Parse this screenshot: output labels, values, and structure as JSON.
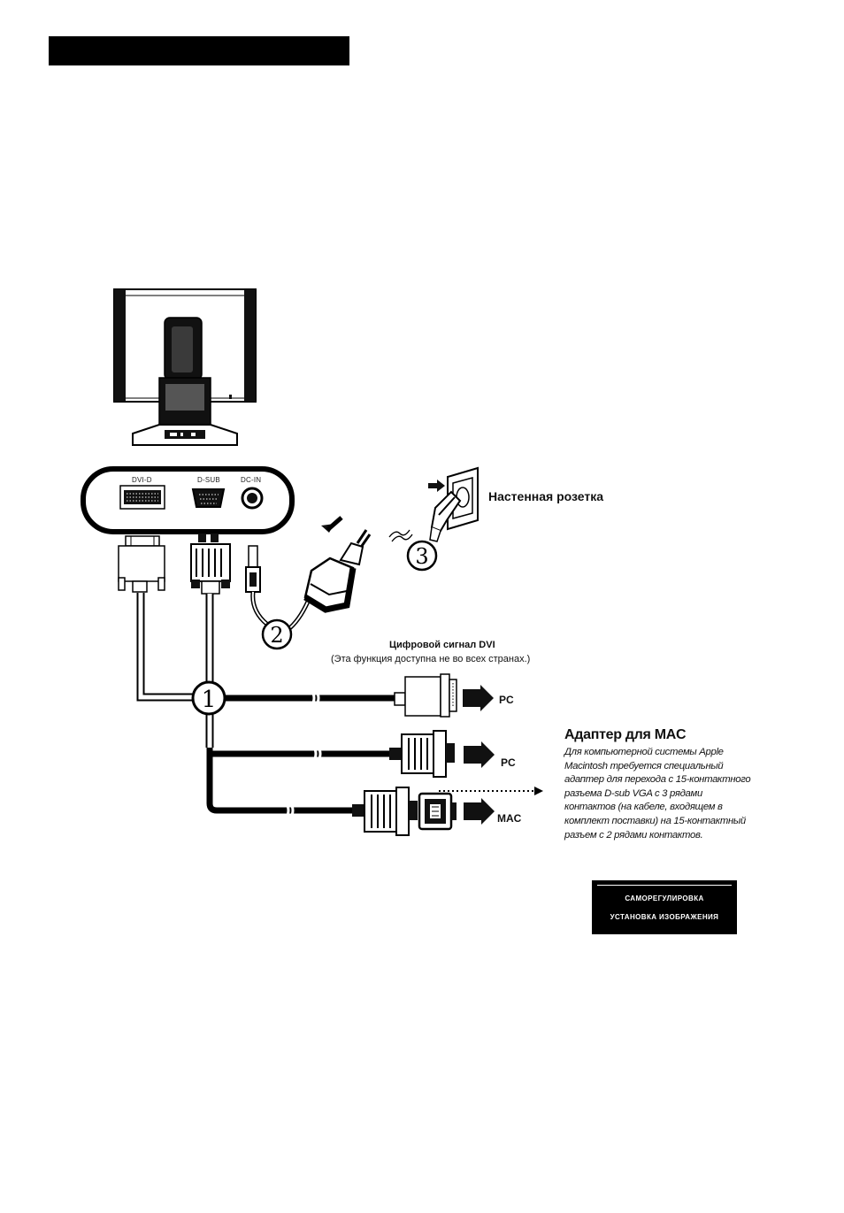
{
  "ports": {
    "dvi": "DVI-D",
    "dsub": "D-SUB",
    "dcin": "DC-IN"
  },
  "steps": [
    "1",
    "2",
    "3"
  ],
  "wall_outlet": "Настенная розетка",
  "dvi_signal": {
    "title": "Цифровой сигнал  DVI",
    "note": "(Эта функция доступна не во всех странах.)"
  },
  "targets": {
    "pc_dvi": "PC",
    "pc_dsub": "PC",
    "mac": "MAC"
  },
  "mac_adapter": {
    "title": "Адаптер для MAC",
    "lines": [
      "Для компьютерной системы Apple",
      "Macintosh требуется специальный",
      "адаптер для перехода с 15-контактного",
      "разъема D-sub VGA с 3 рядами",
      "контактов (на кабеле, входящем в",
      "комплект поставки) на 15-контактный",
      "разъем с 2 рядами контактов."
    ]
  },
  "menu": {
    "items": [
      "САМОРЕГУЛИРОВКА",
      "УСТАНОВКА ИЗОБРАЖЕНИЯ"
    ]
  }
}
